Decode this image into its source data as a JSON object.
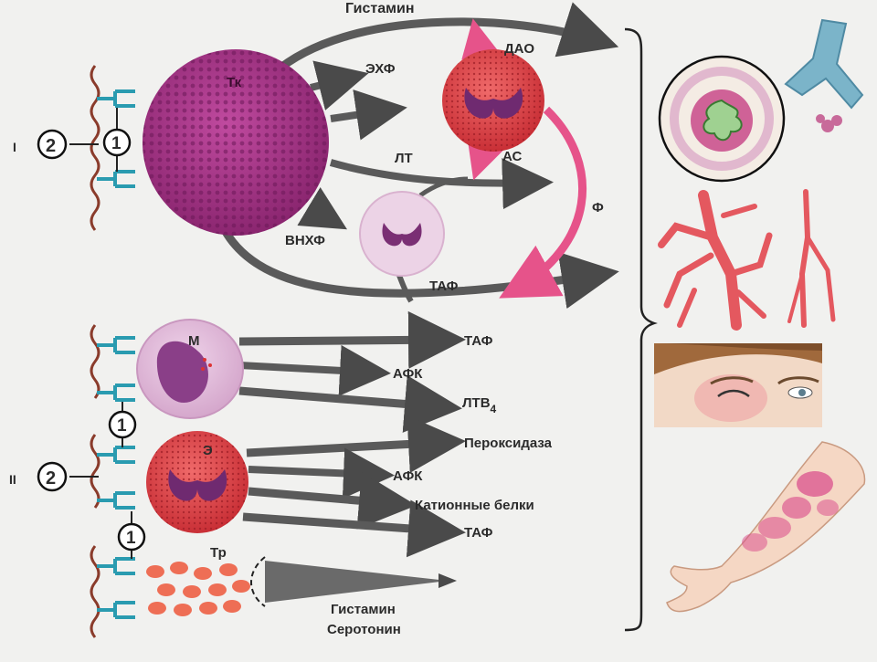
{
  "labels": {
    "histamine_top": "Гистамин",
    "dao": "ДАО",
    "ehf": "ЭХФ",
    "lt": "ЛТ",
    "as": "АС",
    "f": "Ф",
    "vnhf": "ВНХФ",
    "taf_top": "ТАФ",
    "tk": "Тк",
    "m": "М",
    "e": "Э",
    "tr": "Тр",
    "taf_m": "ТАФ",
    "afk_m": "АФК",
    "ltv": "ЛТВ",
    "ltv_sub": "4",
    "peroxidase": "Пероксидаза",
    "afk_e": "АФК",
    "cationic": "Катионные белки",
    "taf_e": "ТАФ",
    "histamine_bottom": "Гистамин",
    "serotonin": "Серотонин"
  },
  "markers": {
    "roman_1": "I",
    "roman_2": "II",
    "c1_top": "1",
    "c2_top": "2",
    "c1_mid": "1",
    "c2_mid": "2",
    "c1_low": "1"
  },
  "colors": {
    "mast_cell": "#a0307f",
    "eosinophil": "#e04a4a",
    "arrow_gray": "#5a5a5a",
    "pink_arrow": "#e6538a",
    "vessel": "#e4585f",
    "receptor": "#2a9bb0"
  }
}
